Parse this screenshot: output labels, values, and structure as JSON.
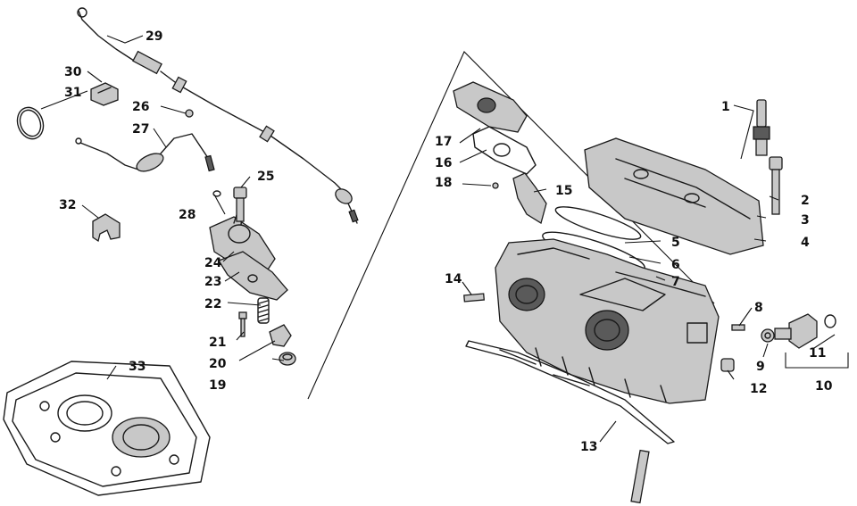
{
  "callouts": [
    {
      "label": "1"
    },
    {
      "label": "2"
    },
    {
      "label": "3"
    },
    {
      "label": "4"
    },
    {
      "label": "5"
    },
    {
      "label": "6"
    },
    {
      "label": "7"
    },
    {
      "label": "8"
    },
    {
      "label": "9"
    },
    {
      "label": "10"
    },
    {
      "label": "11"
    },
    {
      "label": "12"
    },
    {
      "label": "13"
    },
    {
      "label": "14"
    },
    {
      "label": "15"
    },
    {
      "label": "16"
    },
    {
      "label": "17"
    },
    {
      "label": "18"
    },
    {
      "label": "19"
    },
    {
      "label": "20"
    },
    {
      "label": "21"
    },
    {
      "label": "22"
    },
    {
      "label": "23"
    },
    {
      "label": "24"
    },
    {
      "label": "25"
    },
    {
      "label": "26"
    },
    {
      "label": "27"
    },
    {
      "label": "28"
    },
    {
      "label": "29"
    },
    {
      "label": "30"
    },
    {
      "label": "31"
    },
    {
      "label": "32"
    },
    {
      "label": "33"
    }
  ]
}
